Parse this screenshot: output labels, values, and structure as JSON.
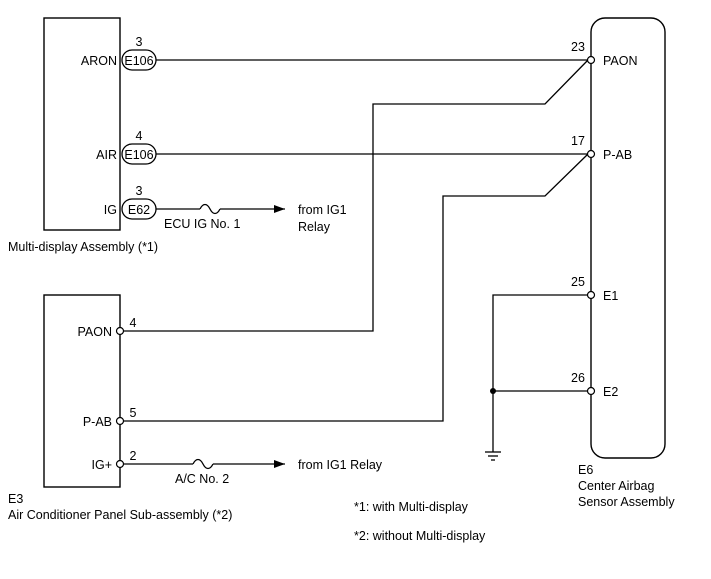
{
  "components": {
    "multi_display": {
      "caption": "Multi-display Assembly (*1)",
      "pins": [
        {
          "name": "ARON",
          "pin": "3",
          "connector": "E106"
        },
        {
          "name": "AIR",
          "pin": "4",
          "connector": "E106"
        },
        {
          "name": "IG",
          "pin": "3",
          "connector": "E62"
        }
      ]
    },
    "ac_panel": {
      "code": "E3",
      "caption": "Air Conditioner Panel Sub-assembly (*2)",
      "pins": [
        {
          "name": "PAON",
          "pin": "4"
        },
        {
          "name": "P-AB",
          "pin": "5"
        },
        {
          "name": "IG+",
          "pin": "2"
        }
      ]
    },
    "airbag_sensor": {
      "code": "E6",
      "caption_line1": "Center Airbag",
      "caption_line2": "Sensor Assembly",
      "pins": [
        {
          "name": "PAON",
          "pin": "23"
        },
        {
          "name": "P-AB",
          "pin": "17"
        },
        {
          "name": "E1",
          "pin": "25"
        },
        {
          "name": "E2",
          "pin": "26"
        }
      ]
    }
  },
  "fuses": {
    "ecu_ig": "ECU IG No. 1",
    "ac": "A/C No. 2"
  },
  "sources": {
    "ig1_top_line1": "from IG1",
    "ig1_top_line2": "Relay",
    "ig1_bottom": "from IG1 Relay"
  },
  "notes": {
    "note1": "*1: with Multi-display",
    "note2": "*2: without Multi-display"
  }
}
